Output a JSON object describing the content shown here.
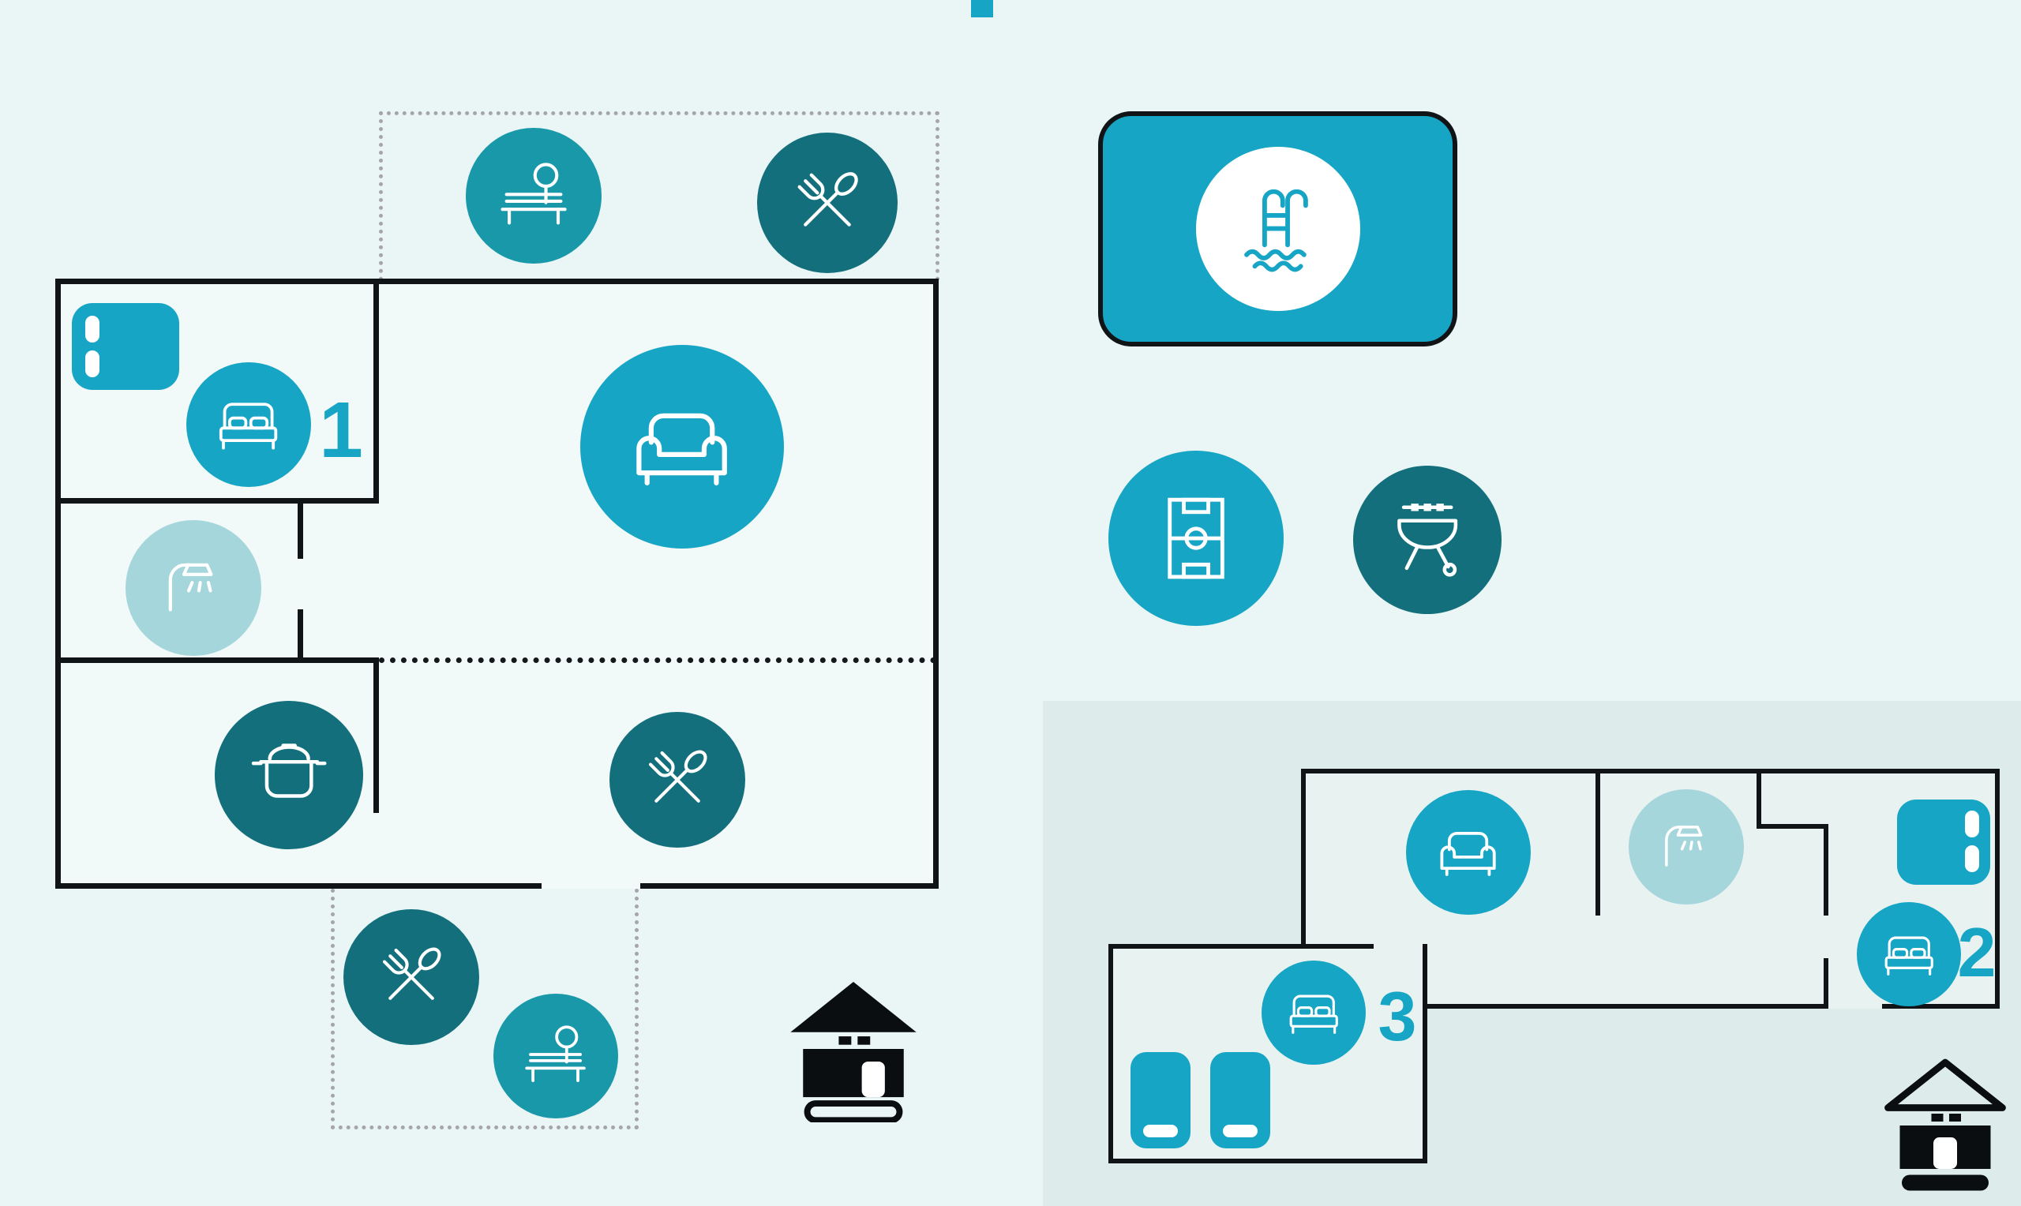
{
  "colors": {
    "teal": "#17a5c5",
    "teal-mid": "#1898a9",
    "teal-dark": "#136f7c",
    "teal-light": "#a5d6db",
    "wall": "#101416",
    "background": "#e9f6f5",
    "panel": "#ddecea",
    "white": "#ffffff"
  },
  "main_house": {
    "bedroom_number": "1",
    "outdoor_top_icons": [
      "park-bench",
      "cutlery"
    ],
    "rooms": {
      "bedroom": [
        "bed-top-view",
        "double-bed"
      ],
      "bathroom": [
        "shower"
      ],
      "living_room": [
        "sofa"
      ],
      "kitchen": [
        "cooking-pot"
      ],
      "dining_room": [
        "cutlery"
      ]
    },
    "outdoor_bottom_icons": [
      "cutlery",
      "park-bench"
    ],
    "marker": "house"
  },
  "shared_amenities": {
    "pool_card": "swimming-pool",
    "icons": [
      "football-pitch",
      "bbq-grill"
    ]
  },
  "annex_house": {
    "bedroom2_number": "2",
    "bedroom3_number": "3",
    "rooms": {
      "living_room": [
        "sofa"
      ],
      "bathroom": [
        "shower"
      ],
      "bedroom2": [
        "bed-top-view",
        "double-bed"
      ],
      "bedroom3": [
        "double-bed",
        "single-bed",
        "single-bed"
      ]
    },
    "marker": "house"
  }
}
